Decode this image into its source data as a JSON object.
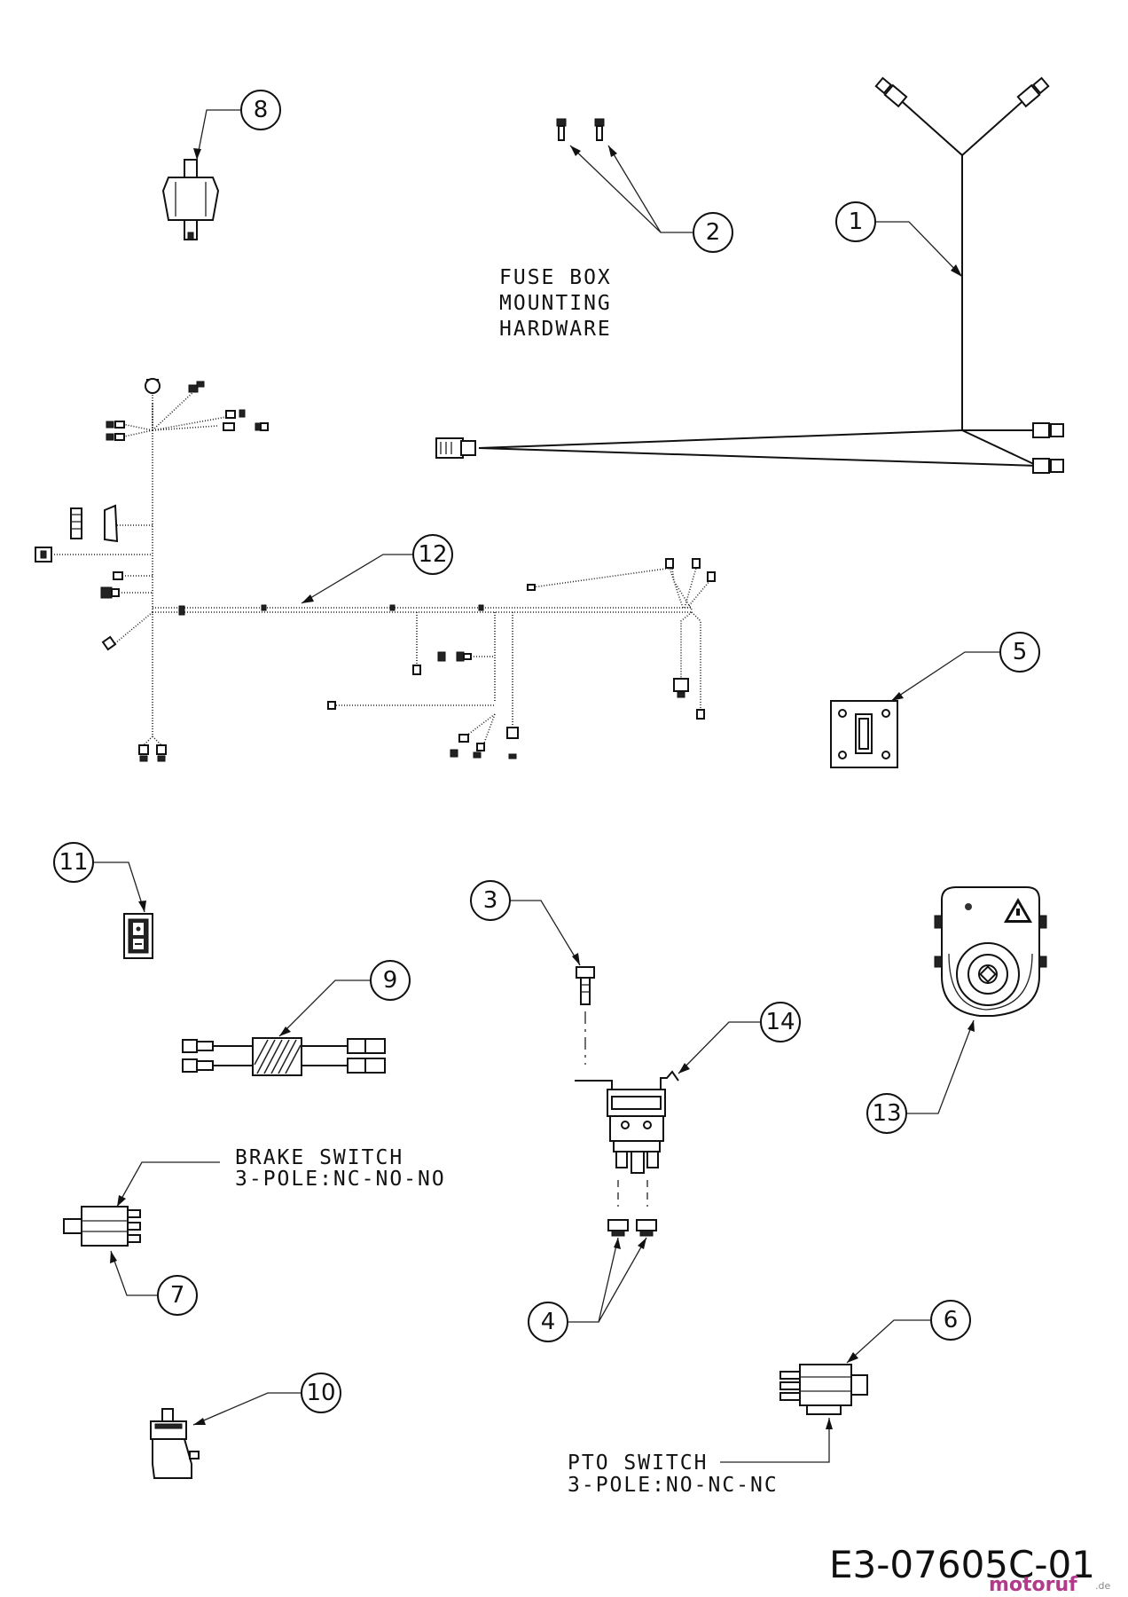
{
  "labels": {
    "fuse_box_line1": "FUSE BOX",
    "fuse_box_line2": "MOUNTING",
    "fuse_box_line3": "HARDWARE",
    "brake_switch_line1": "BRAKE SWITCH",
    "brake_switch_line2": "3-POLE:NC-NO-NO",
    "pto_switch_line1": "PTO SWITCH",
    "pto_switch_line2": "3-POLE:NO-NC-NC"
  },
  "callouts": {
    "c1": "1",
    "c2": "2",
    "c3": "3",
    "c4": "4",
    "c5": "5",
    "c6": "6",
    "c7": "7",
    "c8": "8",
    "c9": "9",
    "c10": "10",
    "c11": "11",
    "c12": "12",
    "c13": "13",
    "c14": "14"
  },
  "drawing_code": "E3-07605C-01",
  "watermark": {
    "brand": "motoruf",
    "suffix": ".de"
  },
  "colors": {
    "line": "#111111",
    "background": "#ffffff",
    "watermark_primary": "#b23a8a",
    "watermark_secondary": "#3a6fb0"
  }
}
